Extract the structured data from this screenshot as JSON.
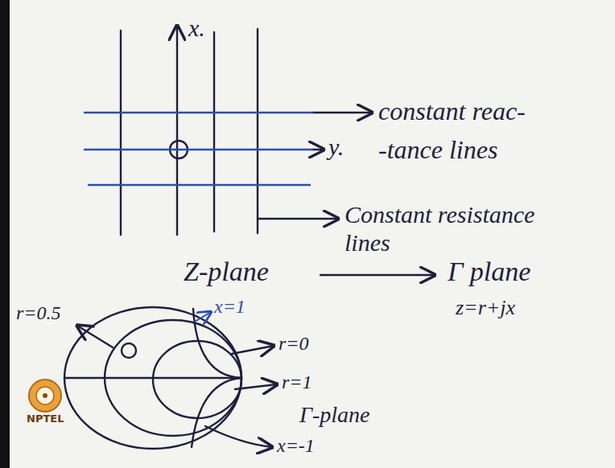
{
  "diagram": {
    "labels": [
      "x.",
      "constant reac-",
      "y.",
      "-tance lines",
      "Constant resistance lines",
      "Z-plane",
      "Γ plane",
      "z=r+jx",
      "r=0.5",
      "x=1",
      "r=0",
      "r=1",
      "Γ-plane",
      "x=-1",
      "NPTEL"
    ]
  }
}
